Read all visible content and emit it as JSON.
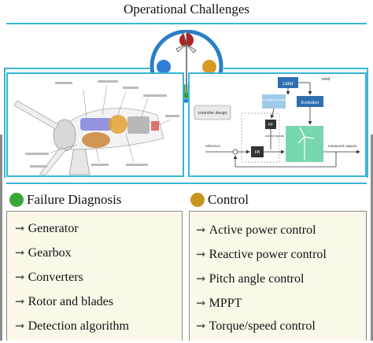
{
  "title": "Operational Challenges",
  "colors": {
    "accent": "#39b7d6",
    "red": "#b22222",
    "blue": "#2f7fd6",
    "orange": "#d99a25",
    "green": "#3e9b3e",
    "failure_dot": "#3aa63a",
    "control_dot": "#c9961d"
  },
  "control_diagram": {
    "labels": {
      "lidar": "Lidar",
      "wind": "wind",
      "evolution": "Evolution",
      "lidar_processing": "lidar data processing",
      "controller_design": "controller design",
      "ff": "FF",
      "control_inputs": "control inputs",
      "fb": "FB",
      "reference": "reference",
      "measured_outputs": "measured outputs"
    }
  },
  "failure_panel": {
    "heading": "Failure Diagnosis",
    "items": [
      "Generator",
      "Gearbox",
      "Converters",
      "Rotor and blades",
      "Detection algorithm"
    ]
  },
  "control_panel": {
    "heading": "Control",
    "items": [
      "Active power control",
      "Reactive power control",
      "Pitch angle control",
      "MPPT",
      "Torque/speed control"
    ]
  }
}
